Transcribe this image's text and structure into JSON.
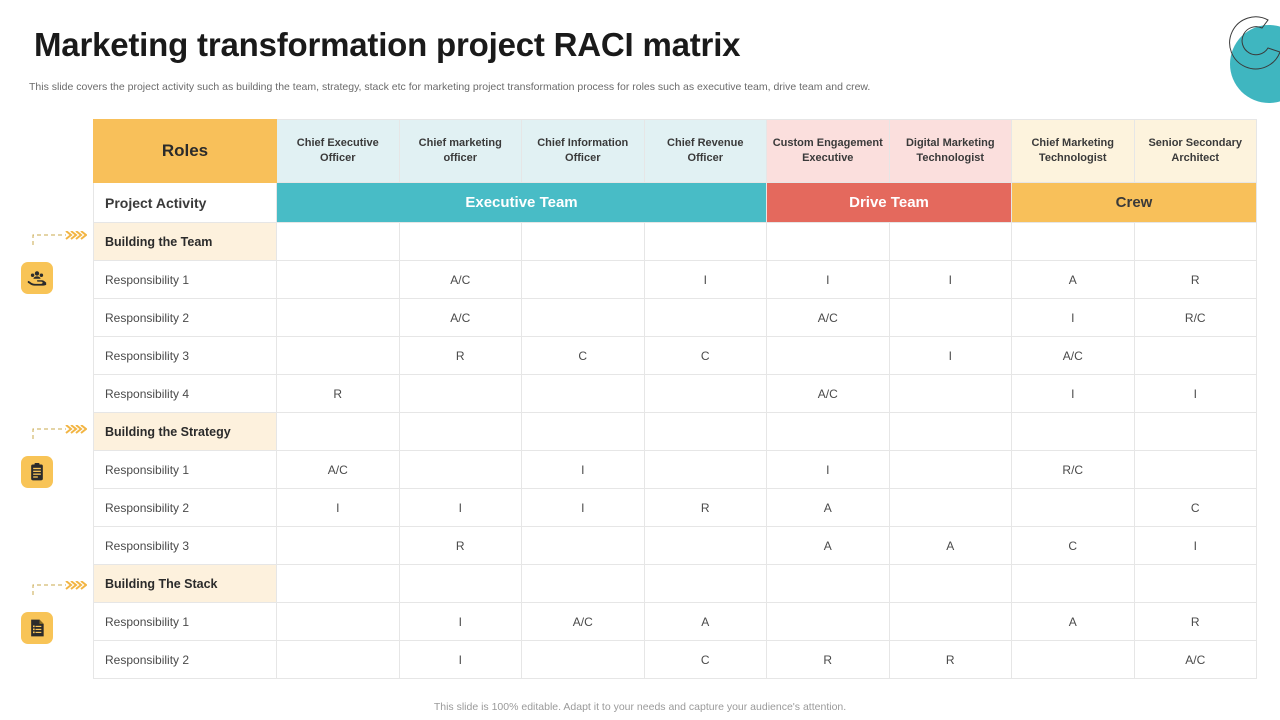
{
  "header": {
    "title": "Marketing transformation project RACI matrix",
    "subtitle": "This slide covers the project activity  such as building the team, strategy, stack etc for marketing project transformation process  for roles such as executive team, drive team and crew."
  },
  "footer": {
    "note": "This slide is 100% editable.  Adapt it to your needs and capture your audience's attention."
  },
  "colors": {
    "amber": "#f8c05a",
    "exec_band": "#48bcc6",
    "drive_band": "#e4695d",
    "crew_band": "#f8c05a",
    "exec_tint": "#e1f1f3",
    "drive_tint": "#fbdfdd",
    "crew_tint": "#fdf3dd",
    "section_tint": "#fdf1dd",
    "teal_circle": "#3fb6c0"
  },
  "table": {
    "corner_label": "Roles",
    "activity_label": "Project Activity",
    "columns": [
      {
        "label": "Chief Executive Officer",
        "group": "Executive Team"
      },
      {
        "label": "Chief marketing officer",
        "group": "Executive Team"
      },
      {
        "label": "Chief Information Officer",
        "group": "Executive Team"
      },
      {
        "label": "Chief Revenue Officer",
        "group": "Executive Team"
      },
      {
        "label": "Custom Engagement Executive",
        "group": "Drive Team"
      },
      {
        "label": "Digital Marketing Technologist",
        "group": "Drive Team"
      },
      {
        "label": "Chief Marketing Technologist",
        "group": "Crew"
      },
      {
        "label": "Senior Secondary Architect",
        "group": "Crew"
      }
    ],
    "groups": [
      {
        "label": "Executive Team",
        "span": 4
      },
      {
        "label": "Drive Team",
        "span": 2
      },
      {
        "label": "Crew",
        "span": 2
      }
    ],
    "sections": [
      {
        "title": "Building the Team",
        "icon": "handshake-people-icon",
        "rows": [
          {
            "label": "Responsibility 1",
            "values": [
              "",
              "A/C",
              "",
              "I",
              "I",
              "I",
              "A",
              "R"
            ]
          },
          {
            "label": "Responsibility 2",
            "values": [
              "",
              "A/C",
              "",
              "",
              "A/C",
              "",
              "I",
              "R/C"
            ]
          },
          {
            "label": "Responsibility 3",
            "values": [
              "",
              "R",
              "C",
              "C",
              "",
              "I",
              "A/C",
              ""
            ]
          },
          {
            "label": "Responsibility 4",
            "values": [
              "R",
              "",
              "",
              "",
              "A/C",
              "",
              "I",
              "I"
            ]
          }
        ]
      },
      {
        "title": "Building the Strategy",
        "icon": "clipboard-icon",
        "rows": [
          {
            "label": "Responsibility 1",
            "values": [
              "A/C",
              "",
              "I",
              "",
              "I",
              "",
              "R/C",
              ""
            ]
          },
          {
            "label": "Responsibility 2",
            "values": [
              "I",
              "I",
              "I",
              "R",
              "A",
              "",
              "",
              "C"
            ]
          },
          {
            "label": "Responsibility 3",
            "values": [
              "",
              "R",
              "",
              "",
              "A",
              "A",
              "C",
              "I"
            ]
          }
        ]
      },
      {
        "title": "Building The Stack",
        "icon": "checklist-document-icon",
        "rows": [
          {
            "label": "Responsibility 1",
            "values": [
              "",
              "I",
              "A/C",
              "A",
              "",
              "",
              "A",
              "R"
            ]
          },
          {
            "label": "Responsibility 2",
            "values": [
              "",
              "I",
              "",
              "C",
              "R",
              "R",
              "",
              "A/C"
            ]
          }
        ]
      }
    ]
  }
}
